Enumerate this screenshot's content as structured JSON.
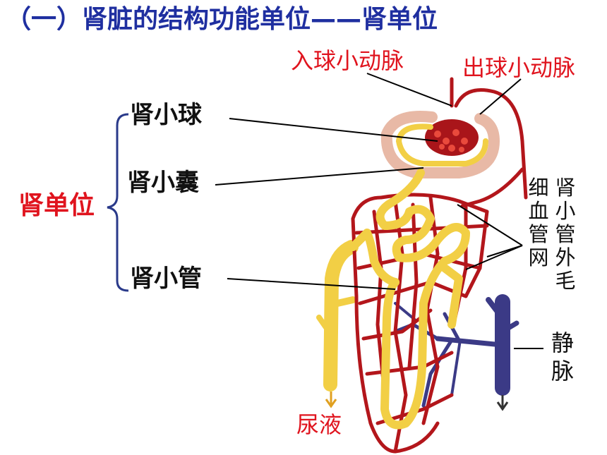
{
  "title": "（一）肾脏的结构功能单位——肾单位",
  "labels": {
    "nephron": "肾单位",
    "glomerulus": "肾小球",
    "capsule": "肾小囊",
    "tubule": "肾小管",
    "afferent": "入球小动脉",
    "efferent": "出球小动脉",
    "capillary_col1": "肾小管外毛",
    "capillary_col2": "细血管网",
    "vein_col": "静脉",
    "urine": "尿液"
  },
  "colors": {
    "title": "#1f2fa0",
    "red_label": "#e0141e",
    "artery": "#b3161b",
    "tubule": "#f2cf45",
    "vein": "#3b3a86",
    "bracket": "#2a3a8a"
  }
}
